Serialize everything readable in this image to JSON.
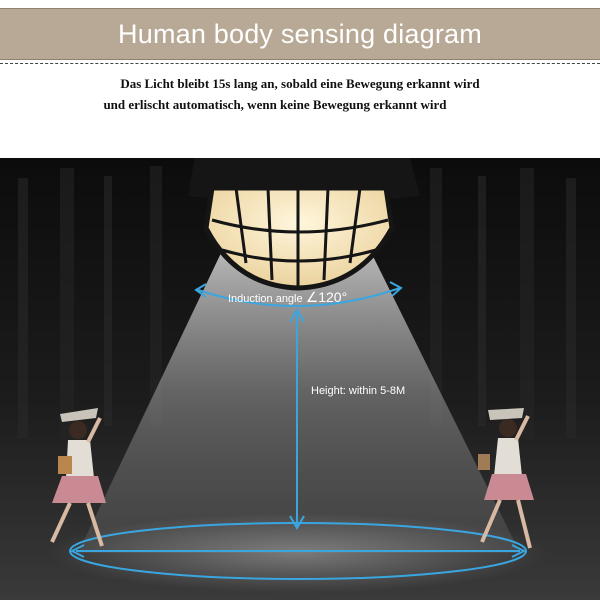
{
  "header": {
    "title": "Human body sensing diagram",
    "title_color": "#ffffff",
    "banner_color": "#b8a996"
  },
  "description": {
    "line1": "Das Licht bleibt 15s lang an, sobald eine Bewegung erkannt wird",
    "line2": "und erlischt automatisch, wenn keine Bewegung erkannt wird"
  },
  "annotations": {
    "angle_text": "Induction angle",
    "angle_value": "∠120°",
    "height_text": "Height: within 5-8M",
    "arrow_color": "#3aa6e0"
  },
  "scene": {
    "background_color": "#141414",
    "lamp_frame_color": "#151515",
    "lamp_glass_color": "#f4e2b8",
    "figure_skirt_color": "#c98a94"
  }
}
